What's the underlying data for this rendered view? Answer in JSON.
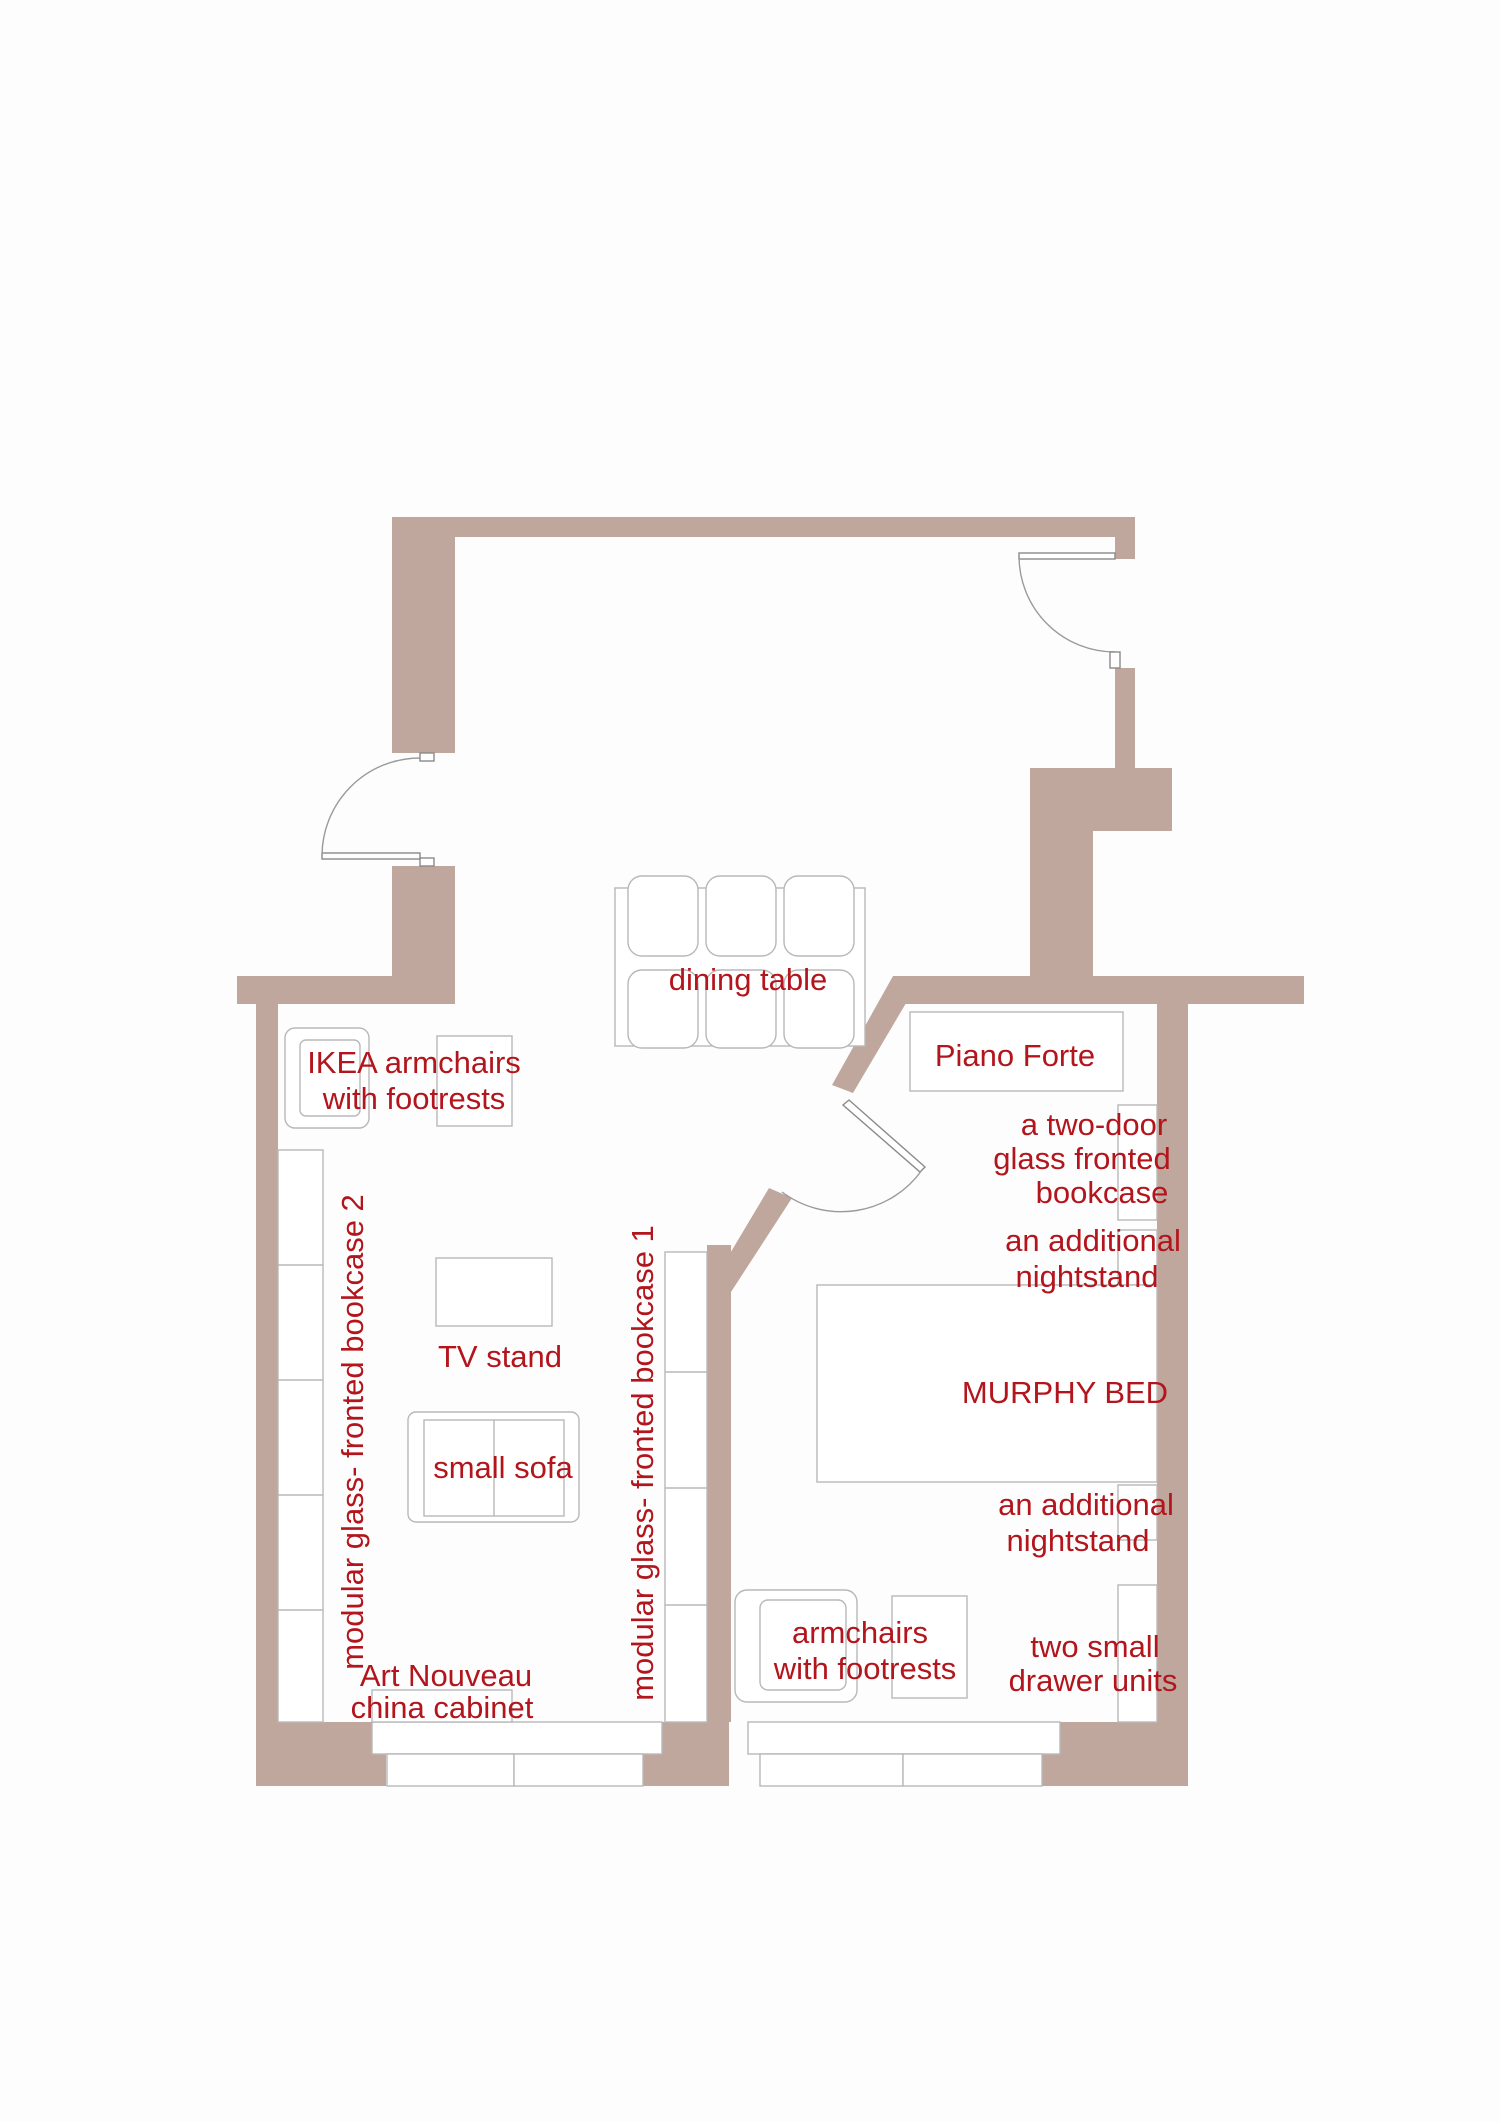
{
  "plan": {
    "label_color": "#b3151d",
    "wall_color": "#bfa79e",
    "labels": {
      "dining_table": "dining table",
      "ikea_armchairs_1": "IKEA armchairs",
      "ikea_armchairs_2": "with footrests",
      "piano_forte": "Piano Forte",
      "bookcase_two_door_1": "a two-door",
      "bookcase_two_door_2": "glass fronted",
      "bookcase_two_door_3": "bookcase",
      "nightstand_top_1": "an additional",
      "nightstand_top_2": "nightstand",
      "tv_stand": "TV stand",
      "murphy_bed": "MURPHY BED",
      "small_sofa": "small sofa",
      "nightstand_bottom_1": "an additional",
      "nightstand_bottom_2": "nightstand",
      "armchairs_1": "armchairs",
      "armchairs_2": "with footrests",
      "drawers_1": "two small",
      "drawers_2": "drawer units",
      "china_cabinet_1": "Art Nouveau",
      "china_cabinet_2": "china cabinet",
      "bookcase_2": "modular glass- fronted bookcase 2",
      "bookcase_1": "modular glass- fronted bookcase 1"
    }
  }
}
